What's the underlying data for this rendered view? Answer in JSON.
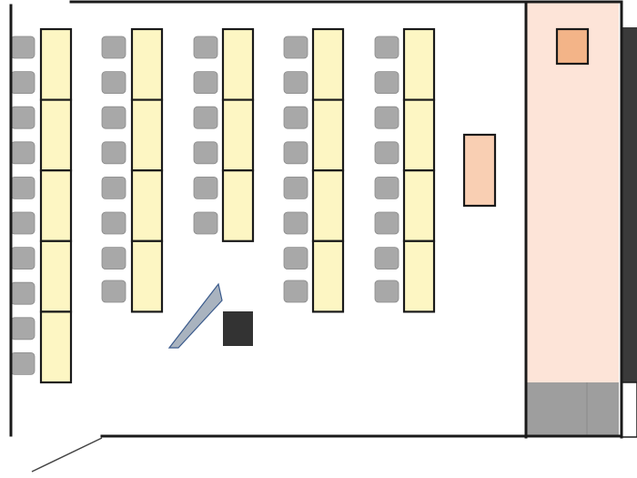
{
  "floor_plan": {
    "colors": {
      "background": "#ffffff",
      "wall": "#1a1a1a",
      "desk_fill": "#fdf6c3",
      "chair_fill": "#a8a8a8",
      "stage_fill": "#fde4d8",
      "lectern_fill": "#f9cfb3",
      "stage_box_fill": "#f3b488",
      "stage_bottom_fill": "#9e9e9e",
      "board_fill": "#a9b3bf",
      "board_stroke": "#3a5a8c",
      "dark_block_fill": "#333333",
      "edge_strip_fill": "#3a3a3a"
    },
    "desk_columns": [
      {
        "desk_count": 5
      },
      {
        "desk_count": 4
      },
      {
        "desk_count": 3
      },
      {
        "desk_count": 4
      },
      {
        "desk_count": 4
      }
    ],
    "chair_columns": [
      {
        "chair_count": 10
      },
      {
        "chair_count": 8
      },
      {
        "chair_count": 6
      },
      {
        "chair_count": 8
      },
      {
        "chair_count": 8
      }
    ],
    "elements": [
      {
        "name": "lectern",
        "icon": "rectangle"
      },
      {
        "name": "stage-area",
        "icon": "rectangle"
      },
      {
        "name": "stage-box",
        "icon": "square"
      },
      {
        "name": "whiteboard",
        "icon": "slanted-board"
      },
      {
        "name": "dark-block",
        "icon": "square"
      },
      {
        "name": "entrance-door",
        "icon": "door-swing-line"
      }
    ]
  }
}
